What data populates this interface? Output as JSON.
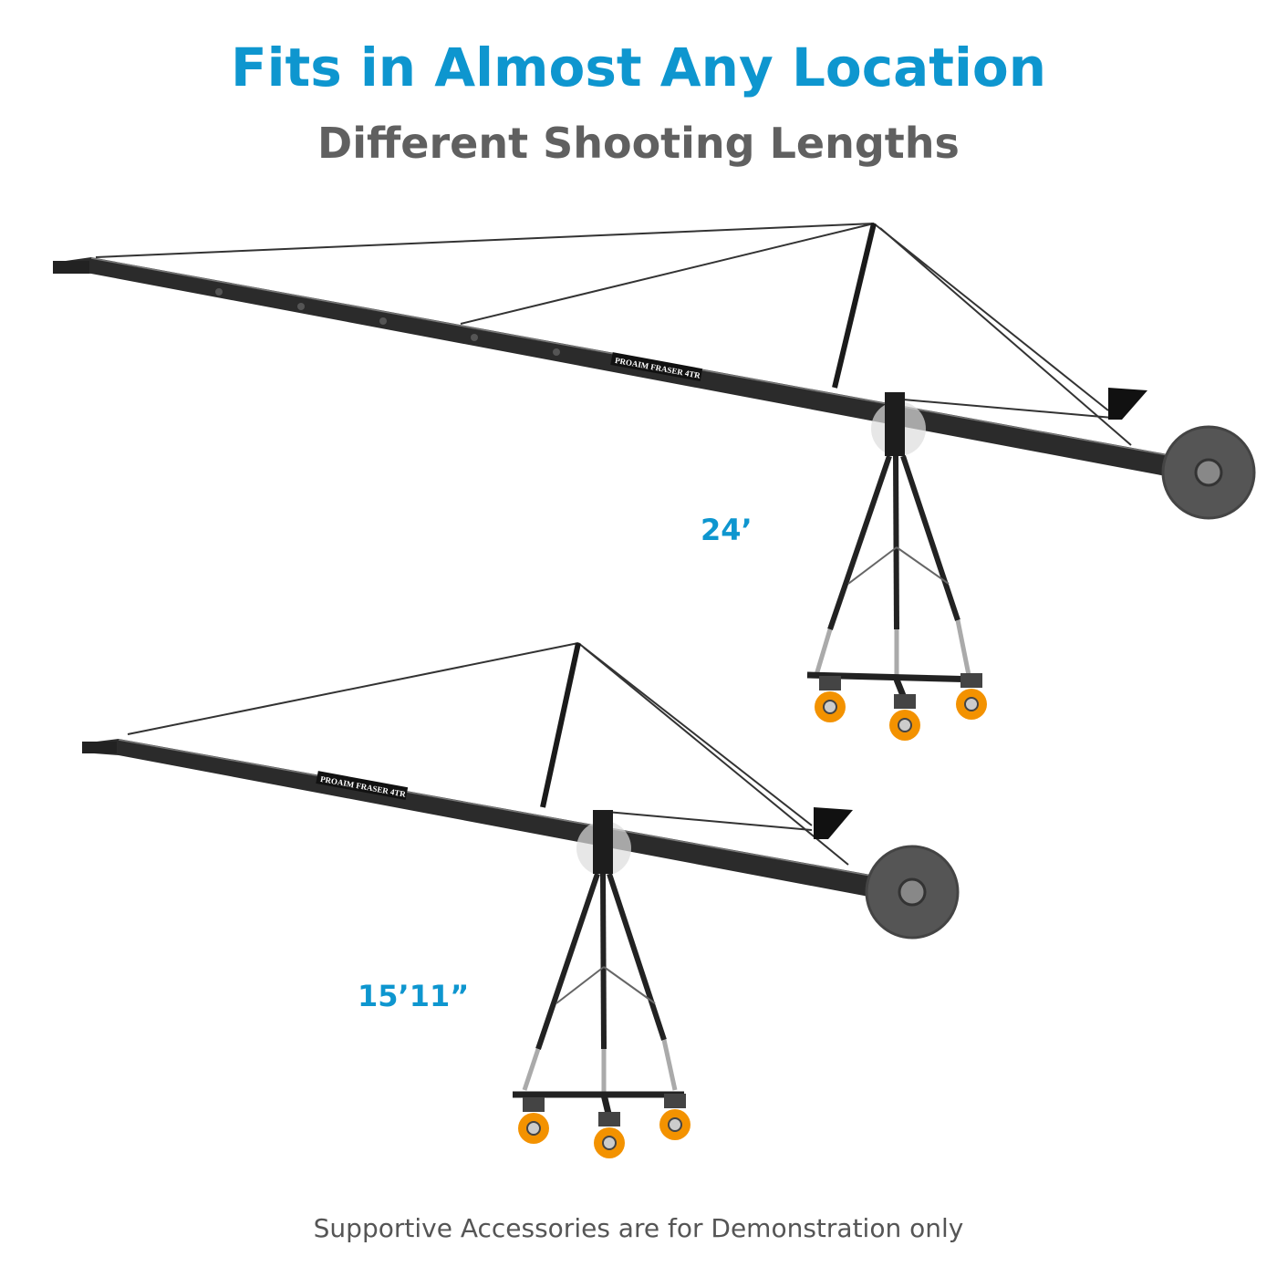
{
  "header": {
    "title": "Fits in Almost Any Location",
    "subtitle": "Different Shooting Lengths"
  },
  "products": [
    {
      "length_label": "24’",
      "boom_logo": "PROAIM  FRASER 4TR"
    },
    {
      "length_label": "15’11”",
      "boom_logo": "PROAIM  FRASER 4TR"
    }
  ],
  "footer": {
    "note": "Supportive Accessories are for Demonstration only"
  },
  "colors": {
    "accent": "#0e96cf",
    "wheel": "#f39200",
    "boom": "#2b2b2b"
  }
}
